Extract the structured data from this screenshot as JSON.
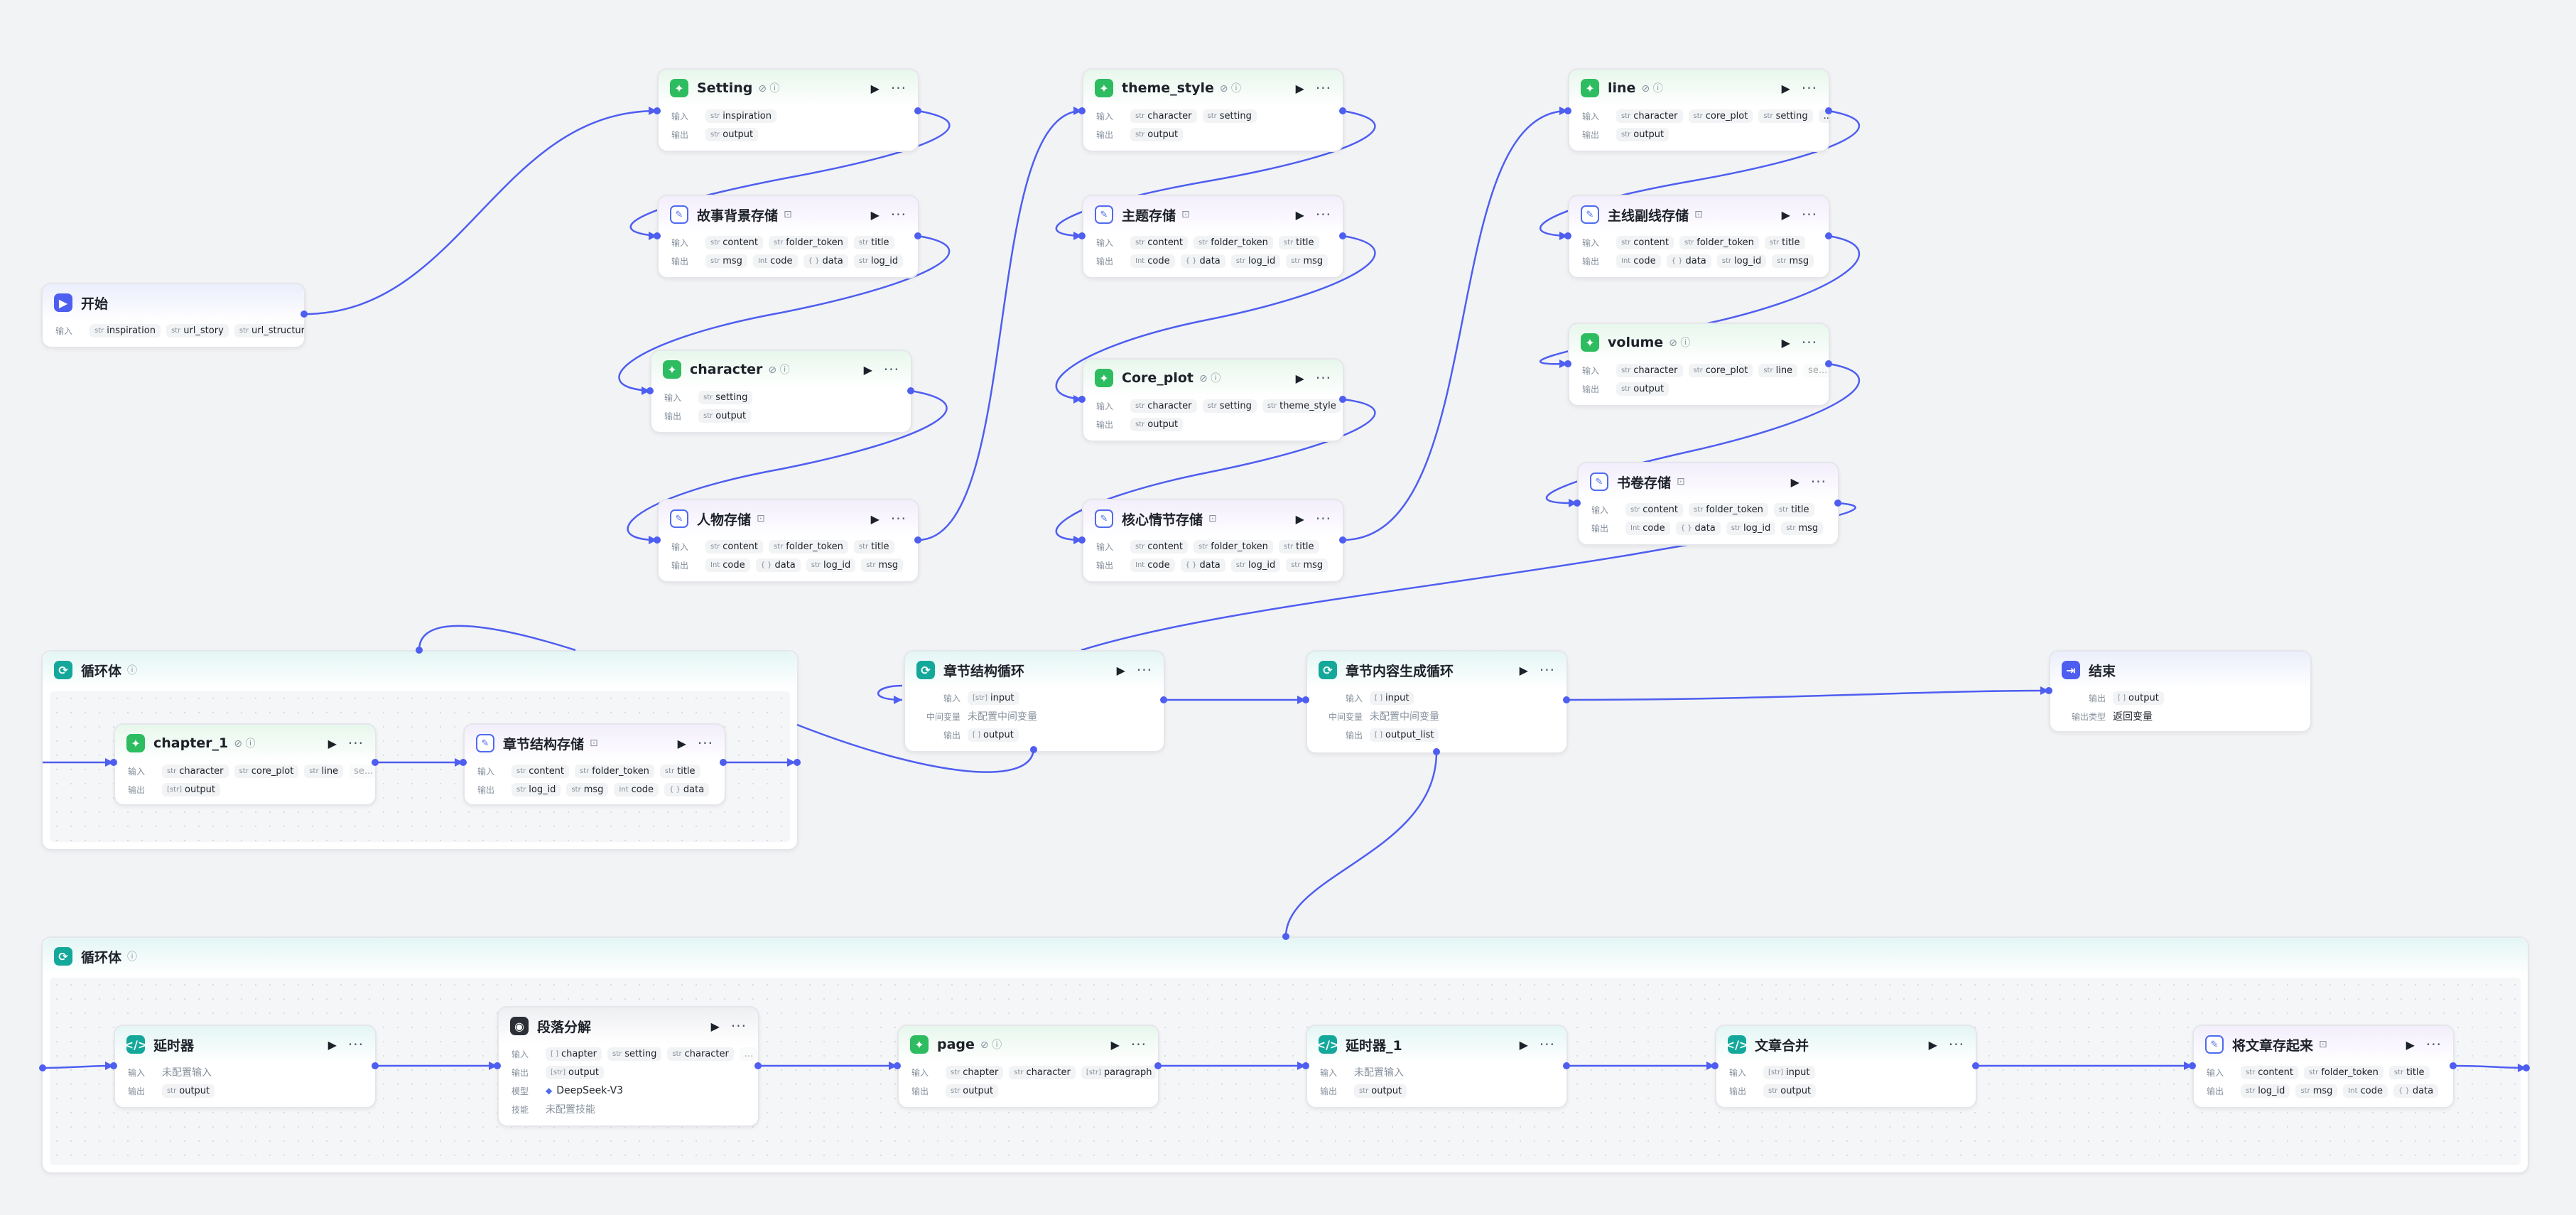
{
  "labels": {
    "input": "输入",
    "output": "输出",
    "model": "模型",
    "skill": "技能",
    "intermediate": "中间变量",
    "output_type": "输出类型"
  },
  "nodes": {
    "start": {
      "title": "开始",
      "inputs": [
        "inspiration",
        "url_story",
        "url_structure"
      ]
    },
    "setting": {
      "title": "Setting",
      "inputs": [
        "inspiration"
      ],
      "outputs": [
        "output"
      ]
    },
    "story_bg": {
      "title": "故事背景存储",
      "inputs": [
        "content",
        "folder_token",
        "title"
      ],
      "outputs": [
        "msg",
        "code",
        "data",
        "log_id"
      ]
    },
    "character": {
      "title": "character",
      "inputs": [
        "setting"
      ],
      "outputs": [
        "output"
      ]
    },
    "person_store": {
      "title": "人物存储",
      "inputs": [
        "content",
        "folder_token",
        "title"
      ],
      "outputs": [
        "code",
        "data",
        "log_id",
        "msg"
      ]
    },
    "theme_style": {
      "title": "theme_style",
      "inputs": [
        "character",
        "setting"
      ],
      "outputs": [
        "output"
      ]
    },
    "theme_store": {
      "title": "主题存储",
      "inputs": [
        "content",
        "folder_token",
        "title"
      ],
      "outputs": [
        "code",
        "data",
        "log_id",
        "msg"
      ]
    },
    "core_plot": {
      "title": "Core_plot",
      "inputs": [
        "character",
        "setting",
        "theme_style"
      ],
      "outputs": [
        "output"
      ]
    },
    "core_store": {
      "title": "核心情节存储",
      "inputs": [
        "content",
        "folder_token",
        "title"
      ],
      "outputs": [
        "code",
        "data",
        "log_id",
        "msg"
      ]
    },
    "line": {
      "title": "line",
      "inputs": [
        "character",
        "core_plot",
        "setting",
        "..."
      ],
      "outputs": [
        "output"
      ]
    },
    "line_store": {
      "title": "主线副线存储",
      "inputs": [
        "content",
        "folder_token",
        "title"
      ],
      "outputs": [
        "code",
        "data",
        "log_id",
        "msg"
      ]
    },
    "volume": {
      "title": "volume",
      "inputs": [
        "character",
        "core_plot",
        "line",
        "se..."
      ],
      "outputs": [
        "output"
      ]
    },
    "book_store": {
      "title": "书卷存储",
      "inputs": [
        "content",
        "folder_token",
        "title"
      ],
      "outputs": [
        "code",
        "data",
        "log_id",
        "msg"
      ]
    },
    "loop1": {
      "title": "循环体"
    },
    "chapter_1": {
      "title": "chapter_1",
      "inputs": [
        "character",
        "core_plot",
        "line",
        "se..."
      ],
      "outputs": [
        "output"
      ]
    },
    "chapter_struct_store": {
      "title": "章节结构存储",
      "inputs": [
        "content",
        "folder_token",
        "title"
      ],
      "outputs": [
        "log_id",
        "msg",
        "code",
        "data"
      ]
    },
    "chapter_loop": {
      "title": "章节结构循环",
      "input": "input",
      "intermediate": "未配置中间变量",
      "output": "output"
    },
    "content_loop": {
      "title": "章节内容生成循环",
      "input": "input",
      "intermediate": "未配置中间变量",
      "output": "output_list"
    },
    "end": {
      "title": "结束",
      "output": "output",
      "output_type": "返回变量"
    },
    "loop2": {
      "title": "循环体"
    },
    "delay": {
      "title": "延时器",
      "input": "未配置输入",
      "outputs": [
        "output"
      ]
    },
    "paragraph": {
      "title": "段落分解",
      "inputs": [
        "chapter",
        "setting",
        "character",
        "..."
      ],
      "outputs": [
        "output"
      ],
      "model": "DeepSeek-V3",
      "skill": "未配置技能"
    },
    "page": {
      "title": "page",
      "inputs": [
        "chapter",
        "character",
        "paragraph"
      ],
      "outputs": [
        "output"
      ]
    },
    "delay_1": {
      "title": "延时器_1",
      "input": "未配置输入",
      "outputs": [
        "output"
      ]
    },
    "merge": {
      "title": "文章合并",
      "inputs": [
        "input"
      ],
      "outputs": [
        "output"
      ]
    },
    "save_article": {
      "title": "将文章存起来",
      "inputs": [
        "content",
        "folder_token",
        "title"
      ],
      "outputs": [
        "log_id",
        "msg",
        "code",
        "data"
      ]
    }
  }
}
